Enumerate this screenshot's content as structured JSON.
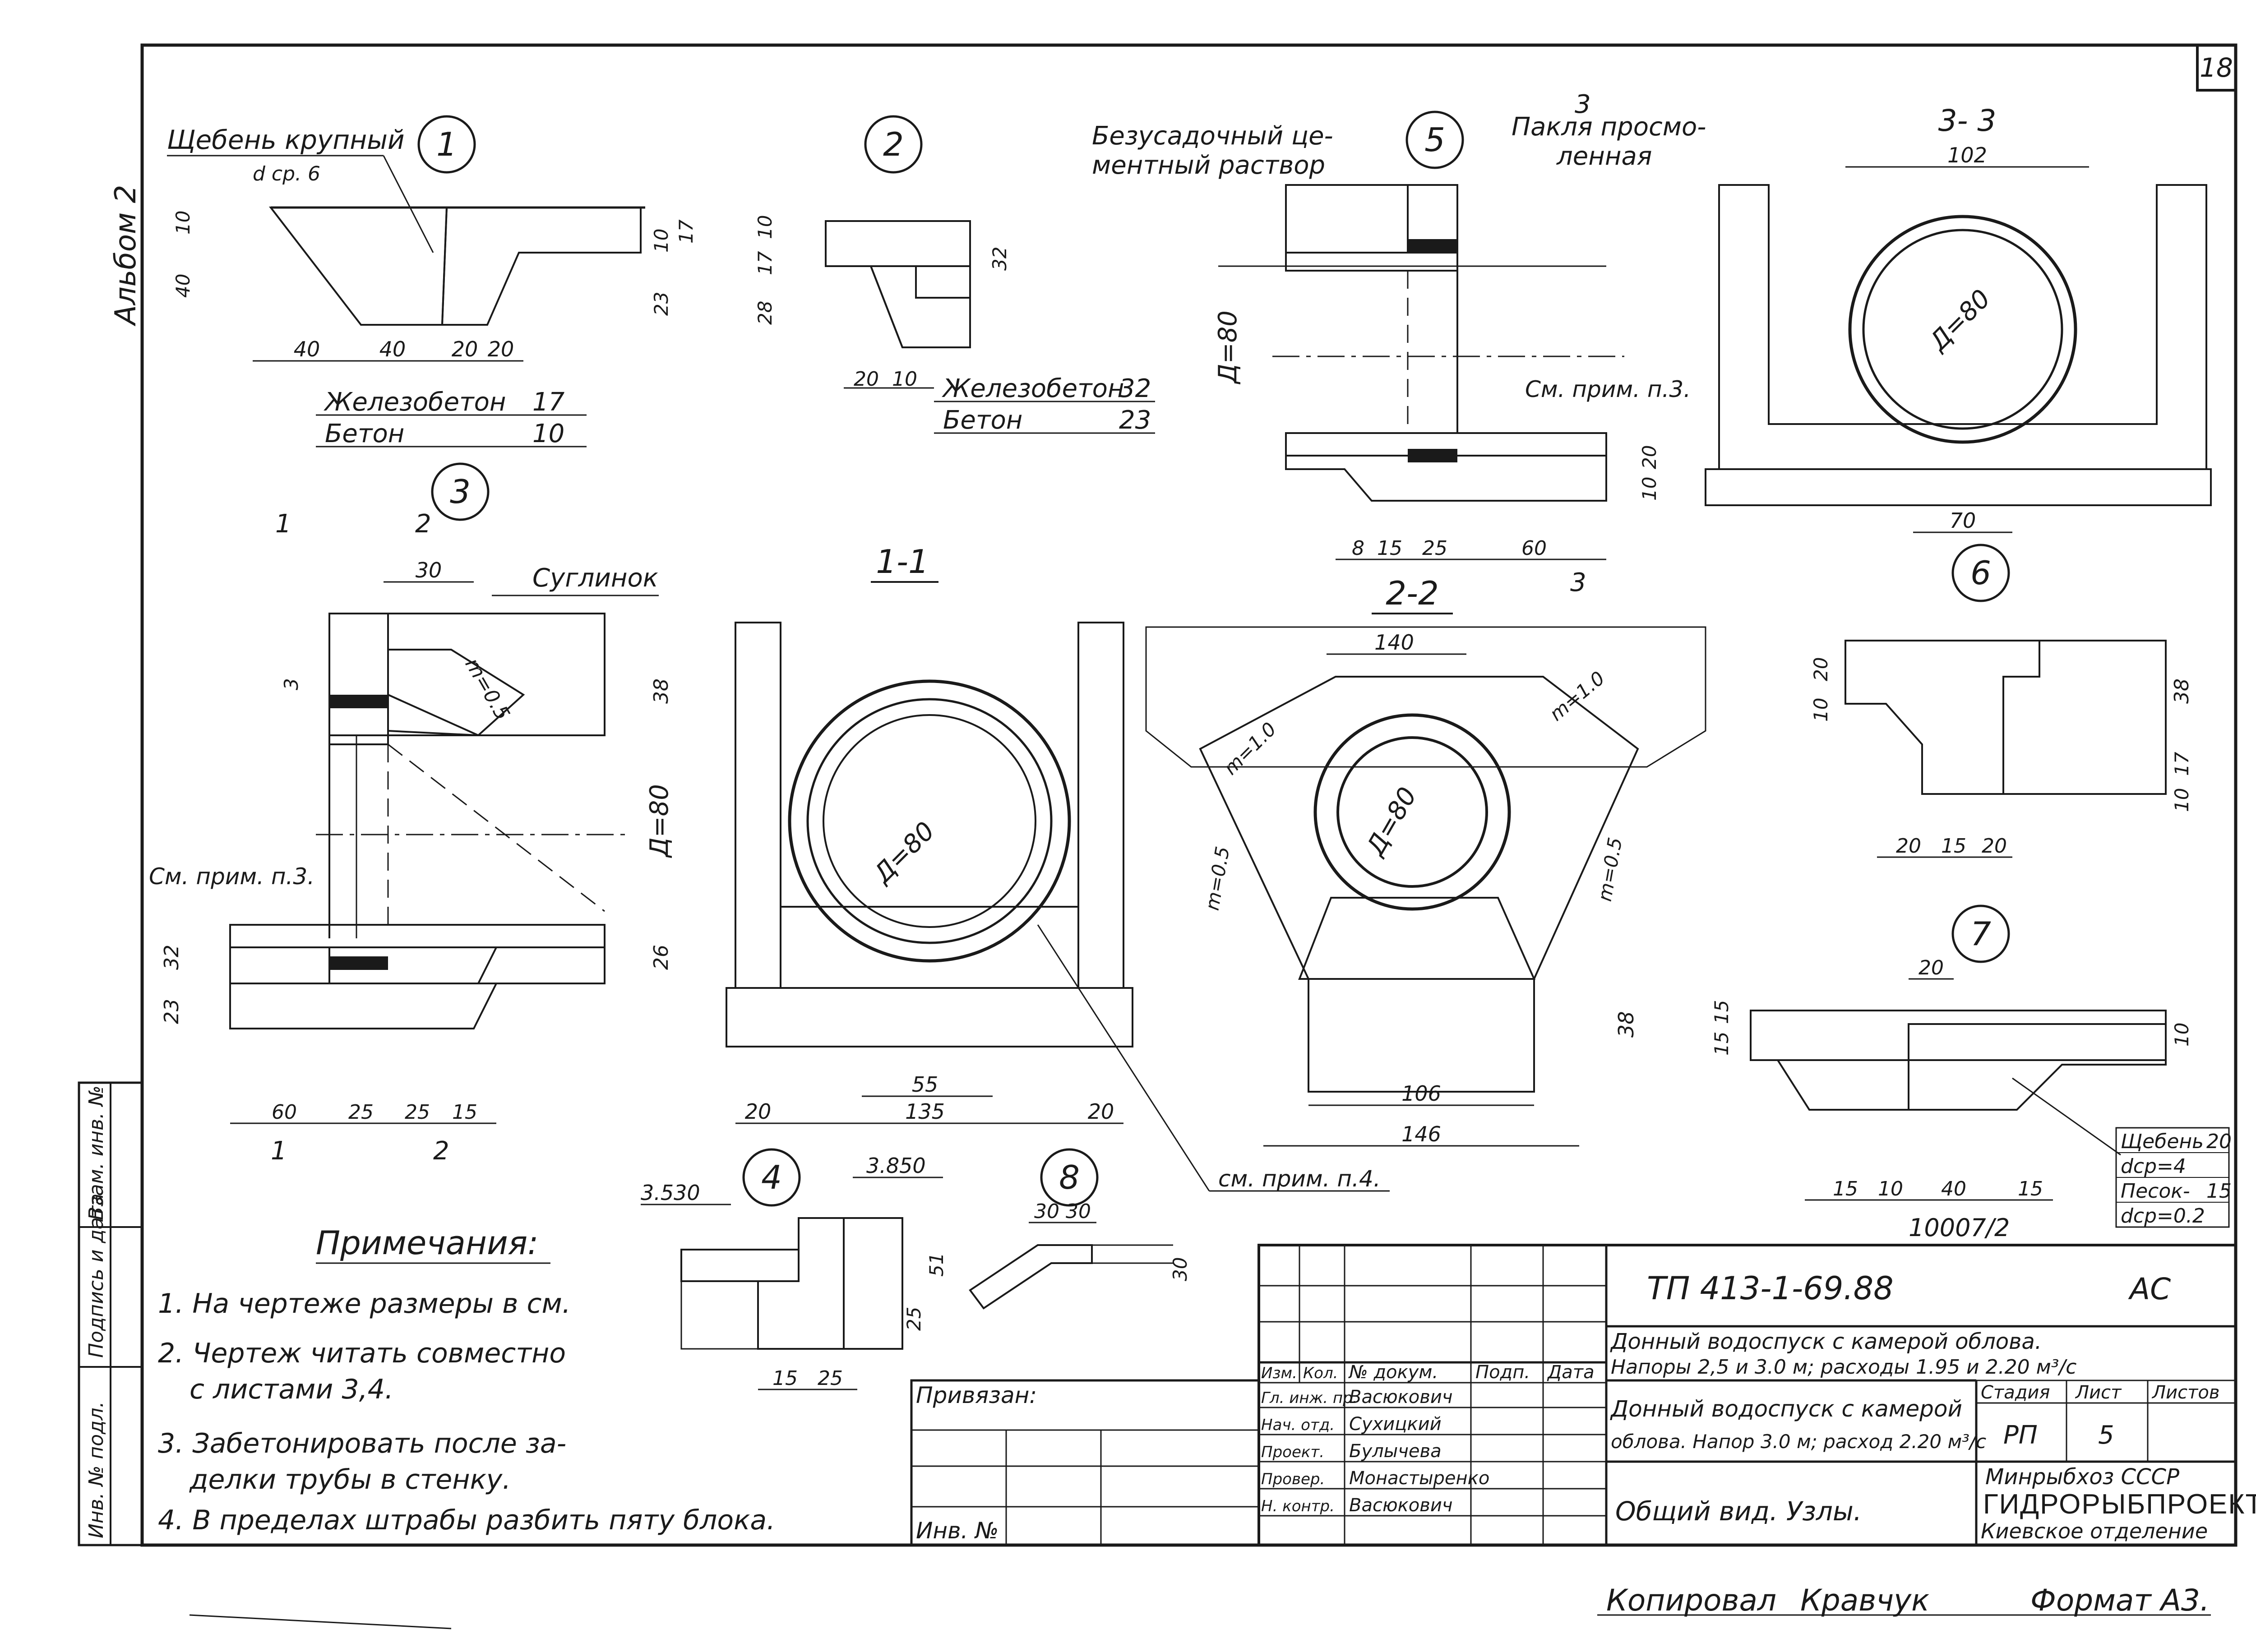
{
  "sheet": {
    "number": "18",
    "album": "Альбом 2",
    "bottom_line": {
      "copied_label": "Копировал",
      "copied_by": "Кравчук",
      "format": "Формат А3."
    }
  },
  "left_stamps": [
    "Инв. № подл.",
    "Подпись и дата",
    "Взам. инв. №"
  ],
  "details": {
    "d1": {
      "num": "1",
      "label1": "Щебень крупный",
      "label2": "d ср. 6",
      "dims": [
        "10",
        "40",
        "40",
        "40",
        "20",
        "20",
        "10",
        "17",
        "23"
      ],
      "table": [
        [
          "Железобетон",
          "17"
        ],
        [
          "Бетон",
          "10"
        ]
      ]
    },
    "d2": {
      "num": "2",
      "dims": [
        "10",
        "17",
        "28",
        "32",
        "20",
        "10"
      ],
      "table": [
        [
          "Железобетон",
          "32"
        ],
        [
          "Бетон",
          "23"
        ]
      ]
    },
    "d5": {
      "num": "5",
      "label1": "Безусадочный це-",
      "label1b": "ментный раствор",
      "label2": "Пакля просмо-",
      "label2b": "ленная",
      "note": "См. прим. п.3.",
      "diam": "Д=80",
      "cut": "3",
      "dims": [
        "8",
        "15",
        "25",
        "60",
        "10",
        "20"
      ]
    },
    "s33": {
      "title": "3- 3",
      "top": "102",
      "diam": "Д=80",
      "bottom": "70"
    },
    "d3": {
      "num": "3",
      "cut1": "1",
      "cut2": "2",
      "top": "30",
      "label": "Суглинок",
      "slope": "m=0.5",
      "note": "См. прим. п.3.",
      "diam": "Д=80",
      "dims": [
        "3",
        "38",
        "32",
        "23",
        "26",
        "60",
        "25",
        "25",
        "15"
      ]
    },
    "s11": {
      "title": "1-1",
      "diam": "Д=80",
      "dims": [
        "20",
        "55",
        "135",
        "20"
      ]
    },
    "s22": {
      "title": "2-2",
      "top": "140",
      "diam": "Д=80",
      "slope_l": "m=1.0",
      "slope_r": "m=1.0",
      "slope_l2": "m=0.5",
      "slope_r2": "m=0.5",
      "dims": [
        "106",
        "146",
        "38"
      ]
    },
    "note4": "см. прим. п.4.",
    "d6": {
      "num": "6",
      "dims": [
        "20",
        "10",
        "38",
        "10",
        "17",
        "20",
        "15",
        "20"
      ]
    },
    "d7": {
      "num": "7",
      "top": "20",
      "dims": [
        "15",
        "15",
        "10",
        "15",
        "10",
        "40",
        "15"
      ],
      "label": "10007/2",
      "table": [
        [
          "Щебень",
          "20"
        ],
        [
          "dср=4",
          ""
        ],
        [
          "Песок-",
          "15"
        ],
        [
          "dср=0.2",
          ""
        ]
      ]
    },
    "d4": {
      "num": "4",
      "el1": "3.530",
      "el2": "3.850",
      "dims": [
        "51",
        "25",
        "15",
        "25"
      ]
    },
    "d8": {
      "num": "8",
      "dims": [
        "30",
        "30",
        "30"
      ]
    }
  },
  "notes": {
    "title": "Примечания:",
    "items": [
      "1. На чертеже размеры в см.",
      "2. Чертеж читать совместно",
      "   с листами 3,4.",
      "3. Забетонировать после за-",
      "   делки трубы в стенку.",
      "4. В пределах штрабы разбить пяту блока."
    ]
  },
  "title_block": {
    "code": "ТП 413-1-69.88",
    "mark": "АС",
    "project_l1": "Донный водоспуск с камерой облова.",
    "project_l2": "Напоры 2,5 и 3.0 м; расходы 1.95 и 2.20 м³/с",
    "sub_l1": "Донный водоспуск с камерой",
    "sub_l2": "облова. Напор 3.0 м; расход 2.20 м³/с",
    "sheet_title": "Общий вид. Узлы.",
    "col_heads": [
      "Изм.",
      "Кол.",
      "№ докум.",
      "Подп.",
      "Дата"
    ],
    "stage_heads": [
      "Стадия",
      "Лист",
      "Листов"
    ],
    "stage_vals": [
      "РП",
      "5",
      ""
    ],
    "staff": [
      [
        "Гл. инж. пр.",
        "Васюкович"
      ],
      [
        "Нач. отд.",
        "Сухицкий"
      ],
      [
        "Проект.",
        "Булычева"
      ],
      [
        "Провер.",
        "Монастыренко"
      ],
      [
        "Н. контр.",
        "Васюкович"
      ]
    ],
    "org_l1": "Минрыбхоз СССР",
    "org_l2": "ГИДРОРЫБПРОЕКТ",
    "org_l3": "Киевское отделение",
    "attached": "Привязан:",
    "inv": "Инв. №"
  }
}
